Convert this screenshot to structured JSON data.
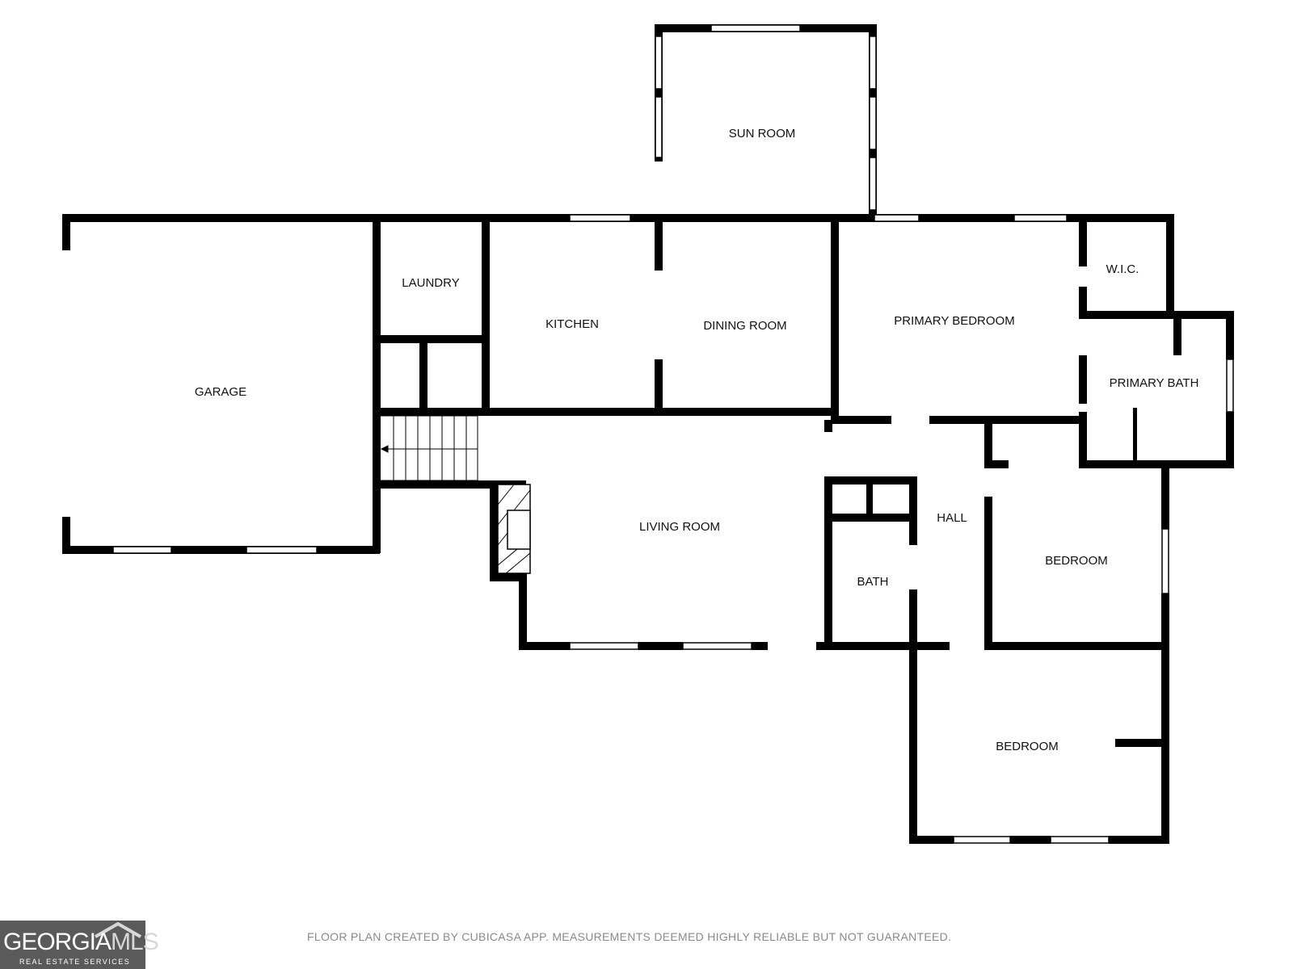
{
  "rooms": {
    "sun_room": "SUN ROOM",
    "garage": "GARAGE",
    "laundry": "LAUNDRY",
    "kitchen": "KITCHEN",
    "dining_room": "DINING ROOM",
    "primary_bedroom": "PRIMARY BEDROOM",
    "wic": "W.I.C.",
    "primary_bath": "PRIMARY BATH",
    "living_room": "LIVING ROOM",
    "hall": "HALL",
    "bath": "BATH",
    "bedroom_1": "BEDROOM",
    "bedroom_2": "BEDROOM"
  },
  "footer": {
    "disclaimer": "FLOOR PLAN CREATED BY CUBICASA APP. MEASUREMENTS DEEMED HIGHLY RELIABLE BUT NOT GUARANTEED."
  },
  "logo": {
    "name_main": "GEORGIA",
    "name_accent": "MLS",
    "tagline": "REAL ESTATE SERVICES"
  }
}
